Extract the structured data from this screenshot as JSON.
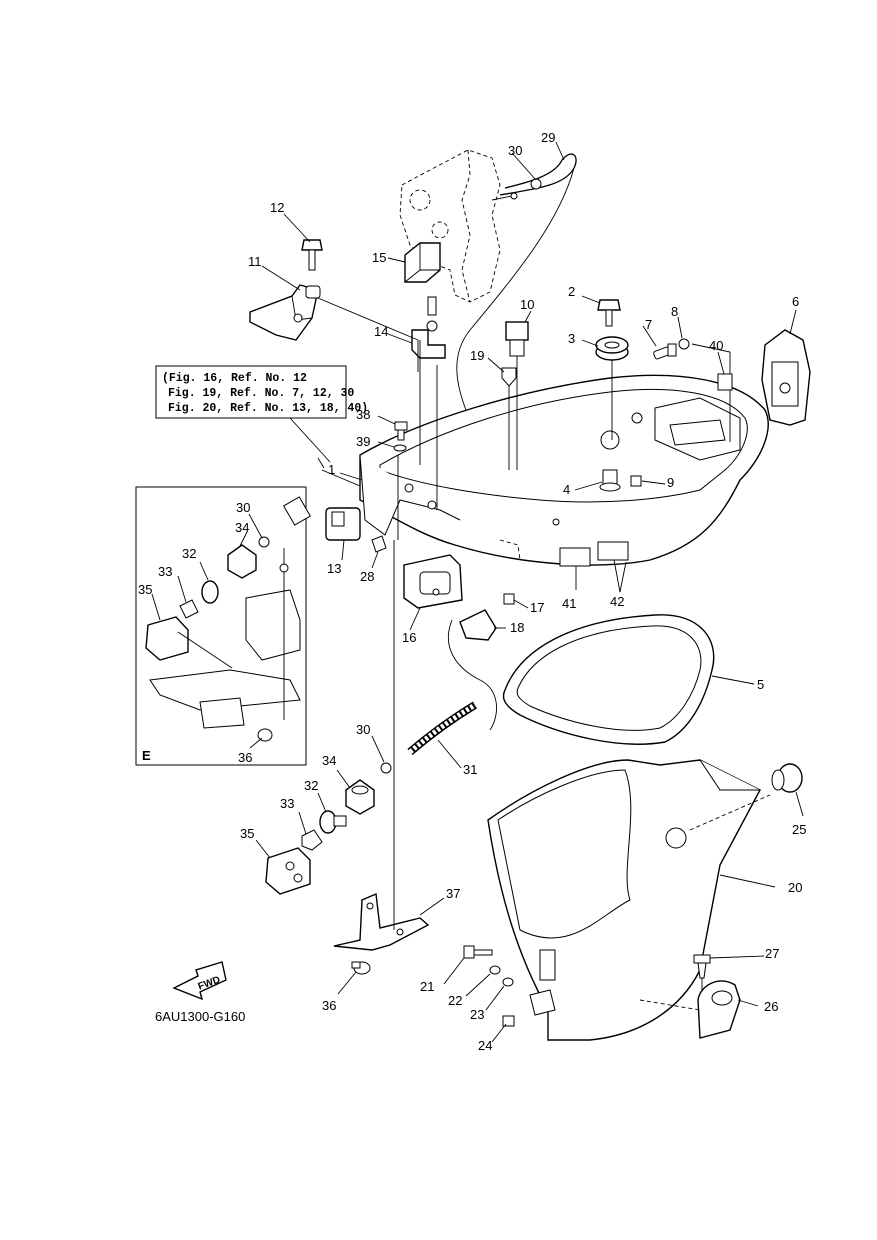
{
  "reference_box": {
    "lines": [
      "(Fig. 16, Ref. No. 12",
      "Fig. 19, Ref. No. 7, 12, 30",
      "Fig. 20, Ref. No. 13, 18, 40)"
    ]
  },
  "inset": {
    "label": "E"
  },
  "fwd_label": "FWD",
  "diagram_code": "6AU1300-G160",
  "callouts": {
    "c1": "1",
    "c2": "2",
    "c3": "3",
    "c4": "4",
    "c5": "5",
    "c6": "6",
    "c7": "7",
    "c8": "8",
    "c9": "9",
    "c10": "10",
    "c11": "11",
    "c12": "12",
    "c13": "13",
    "c14": "14",
    "c15": "15",
    "c16": "16",
    "c17": "17",
    "c18": "18",
    "c19": "19",
    "c20": "20",
    "c21": "21",
    "c22": "22",
    "c23": "23",
    "c24": "24",
    "c25": "25",
    "c26": "26",
    "c27": "27",
    "c28": "28",
    "c29": "29",
    "c30": "30",
    "c31": "31",
    "c32": "32",
    "c33": "33",
    "c34": "34",
    "c35": "35",
    "c36": "36",
    "c37": "37",
    "c38": "38",
    "c39": "39",
    "c40": "40",
    "c41": "41",
    "c42": "42",
    "e30": "30",
    "e34": "34",
    "e32": "32",
    "e33": "33",
    "e35": "35",
    "e36": "36"
  }
}
